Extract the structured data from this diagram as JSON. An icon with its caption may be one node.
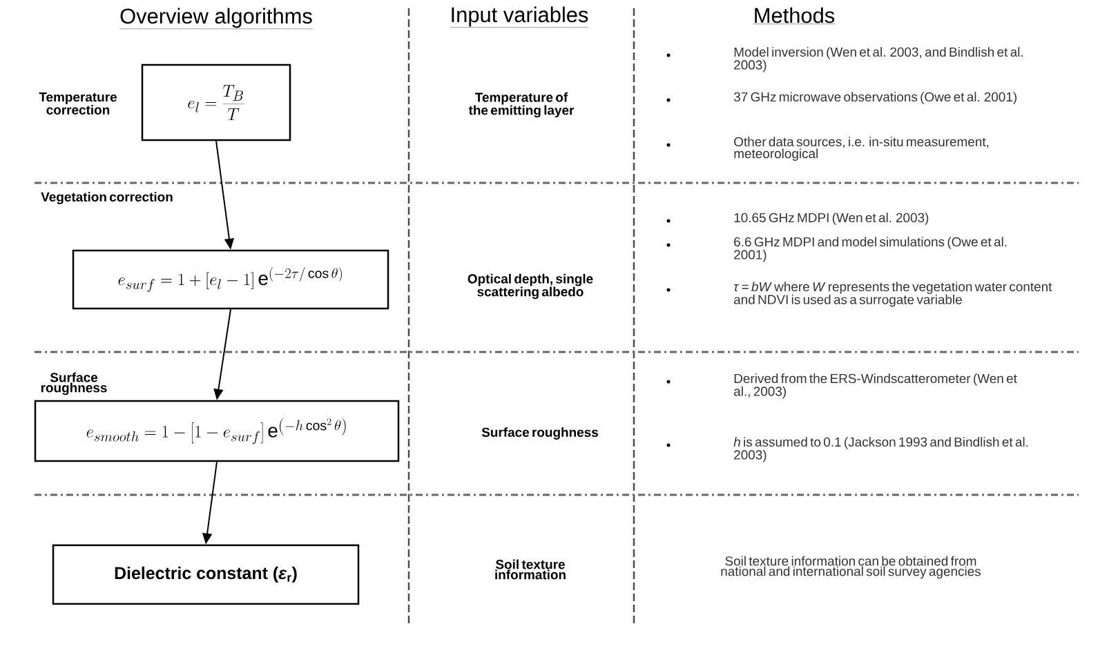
{
  "diagram": {
    "nodes": [
      {
        "text": [
          "e_l = \\frac{T_B}{T}"
        ],
        "beside": [
          "Temperature correction"
        ]
      },
      {
        "text": [
          "e_{surf} = 1 + [e_l - 1]\\,\\mathrm{e}^{\\left(-2\\tau/\\cos\\theta\\right)}"
        ],
        "beside": [
          "Vegetation correction"
        ]
      },
      {
        "text": [
          "e_{smooth} = 1 - \\left[1 - e_{surf}\\right]\\mathrm{e}^{\\left(-h\\cos^2\\theta\\right)}"
        ],
        "beside": [
          "Surface roughness"
        ]
      },
      {
        "text": [
          "Dielectric constant (*ε*$_{r}$)"
        ]
      }
    ],
    "edges": [
      {
        "from": 0,
        "to": 1,
        "arrow": "to"
      },
      {
        "from": 1,
        "to": 2,
        "arrow": "to"
      },
      {
        "from": 2,
        "to": 3,
        "arrow": "to"
      }
    ],
    "labels": [
      "Overview algorithms",
      "Input variables",
      "Methods",
      "Temperature of the emitting layer",
      "Optical depth, single scattering albedo",
      "Surface roughness",
      "Soil texture information",
      "Model inversion (Wen et al. 2003, and Bindlish et al. 2003)",
      "37 GHz microwave observations (Owe et al. 2001)",
      "Other data sources, i.e. in-situ measurement, meteorological",
      "10.65 GHz MDPI (Wen et al. 2003)",
      "6.6 GHz MDPI and model simulations (Owe et al. 2001)",
      "*τ* = *bW*          where *W* represents the vegetation water content and NDVI is used as a surrogate variable",
      "Derived from the ERS-Windscatterometer (Wen et al., 2003)",
      "*h* is assumed to 0.1 (Jackson 1993 and Bindlish et al. 2003)",
      "Soil texture information can be obtained from national and international soil survey agencies"
    ]
  }
}
